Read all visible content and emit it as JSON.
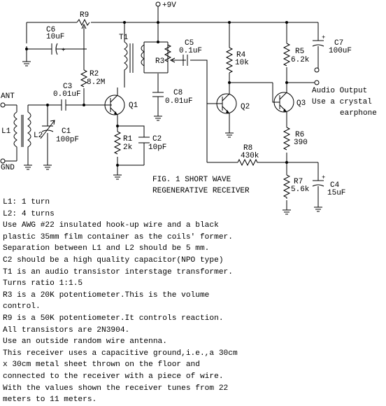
{
  "figure": {
    "caption_line1": "FIG. 1 SHORT WAVE",
    "caption_line2": "REGENERATIVE RECEIVER"
  },
  "supply": {
    "label": "+9V"
  },
  "antenna": {
    "ant_label": "ANT",
    "gnd_label": "GND"
  },
  "components": {
    "L1": "L1",
    "L2": "L2",
    "C1": {
      "name": "C1",
      "value": "100pF"
    },
    "C2": {
      "name": "C2",
      "value": "10pF"
    },
    "C3": {
      "name": "C3",
      "value": "0.01uF"
    },
    "C4": {
      "name": "C4",
      "value": "15uF"
    },
    "C5": {
      "name": "C5",
      "value": "0.1uF"
    },
    "C6": {
      "name": "C6",
      "value": "10uF"
    },
    "C7": {
      "name": "C7",
      "value": "100uF"
    },
    "C8": {
      "name": "C8",
      "value": "0.01uF"
    },
    "R1": {
      "name": "R1",
      "value": "2k"
    },
    "R2": {
      "name": "R2",
      "value": "8.2M"
    },
    "R3": {
      "name": "R3"
    },
    "R4": {
      "name": "R4",
      "value": "10k"
    },
    "R5": {
      "name": "R5",
      "value": "6.2k"
    },
    "R6": {
      "name": "R6",
      "value": "390"
    },
    "R7": {
      "name": "R7",
      "value": "5.6k"
    },
    "R8": {
      "name": "R8",
      "value": "430k"
    },
    "R9": {
      "name": "R9"
    },
    "T1": {
      "name": "T1"
    },
    "Q1": "Q1",
    "Q2": "Q2",
    "Q3": "Q3"
  },
  "output": {
    "line1": "Audio Output",
    "line2": "Use a crystal",
    "line3": "earphone"
  },
  "notes": [
    "L1: 1 turn",
    "L2: 4 turns",
    "Use AWG #22 insulated hook-up wire and a black",
    "plastic 35mm film container as the coils' former.",
    "Separation between L1 and L2 should be 5 mm.",
    "C2 should be a high quality capacitor(NPO type)",
    "T1 is an audio transistor interstage transformer.",
    "Turns ratio 1:1.5",
    "R3 is a 20K potentiometer.This is the volume",
    "control.",
    "R9 is a 50K potentiometer.It controls reaction.",
    "All transistors are 2N3904.",
    "Use an outside random wire antenna.",
    "This receiver uses a capacitive ground,i.e.,a 30cm",
    "x 30cm metal sheet thrown on the floor and",
    "connected to the receiver with a piece of wire.",
    "With the values shown the receiver tunes from 22",
    "meters to 11 meters."
  ]
}
